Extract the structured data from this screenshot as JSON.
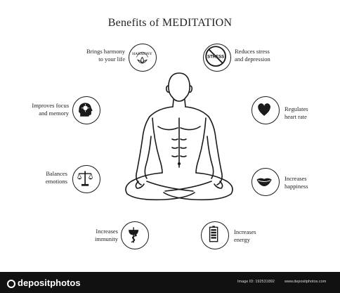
{
  "title": "Benefits of MEDITATION",
  "benefits": {
    "harmony": {
      "line1": "Brings harmony",
      "line2": "to your life",
      "icon": "lotus-harmony-icon",
      "badge": "HARMONY"
    },
    "stress": {
      "line1": "Reduces stress",
      "line2": "and depression",
      "icon": "no-stress-icon",
      "badge": "STRESS"
    },
    "focus": {
      "line1": "Improves focus",
      "line2": "and memory",
      "icon": "head-brain-icon"
    },
    "heart": {
      "line1": "Regulates",
      "line2": "heart  rate",
      "icon": "heart-icon"
    },
    "emotions": {
      "line1": "Balances",
      "line2": "emotions",
      "icon": "scales-icon"
    },
    "happiness": {
      "line1": "Increases",
      "line2": "happiness",
      "icon": "smile-lips-icon"
    },
    "immunity": {
      "line1": "Increases",
      "line2": "immunity",
      "icon": "medicine-caduceus-icon"
    },
    "energy": {
      "line1": "Increases",
      "line2": "energy",
      "icon": "battery-icon"
    }
  },
  "footer": {
    "brand": "depositphotos",
    "image_id": "Image ID: 192531892",
    "site": "www.depositphotos.com"
  }
}
